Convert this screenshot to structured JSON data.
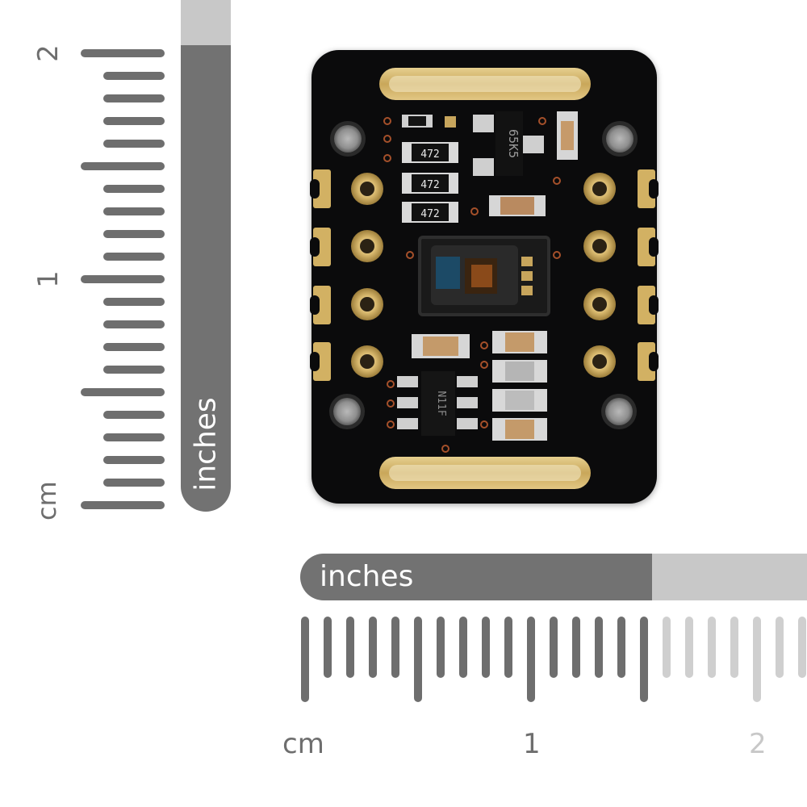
{
  "vertical_ruler": {
    "unit_label": "inches",
    "cm_label": "cm",
    "numbers": [
      "2",
      "1"
    ]
  },
  "horizontal_ruler": {
    "unit_label": "inches",
    "cm_label": "cm",
    "numbers": [
      "1",
      "2"
    ]
  },
  "board": {
    "markings": [
      "472",
      "472",
      "472",
      "65K5",
      "N11F"
    ]
  },
  "colors": {
    "ruler_dark": "#727272",
    "ruler_light": "#c8c8c8",
    "pcb": "#0b0b0c",
    "gold": "#d4b46a"
  }
}
